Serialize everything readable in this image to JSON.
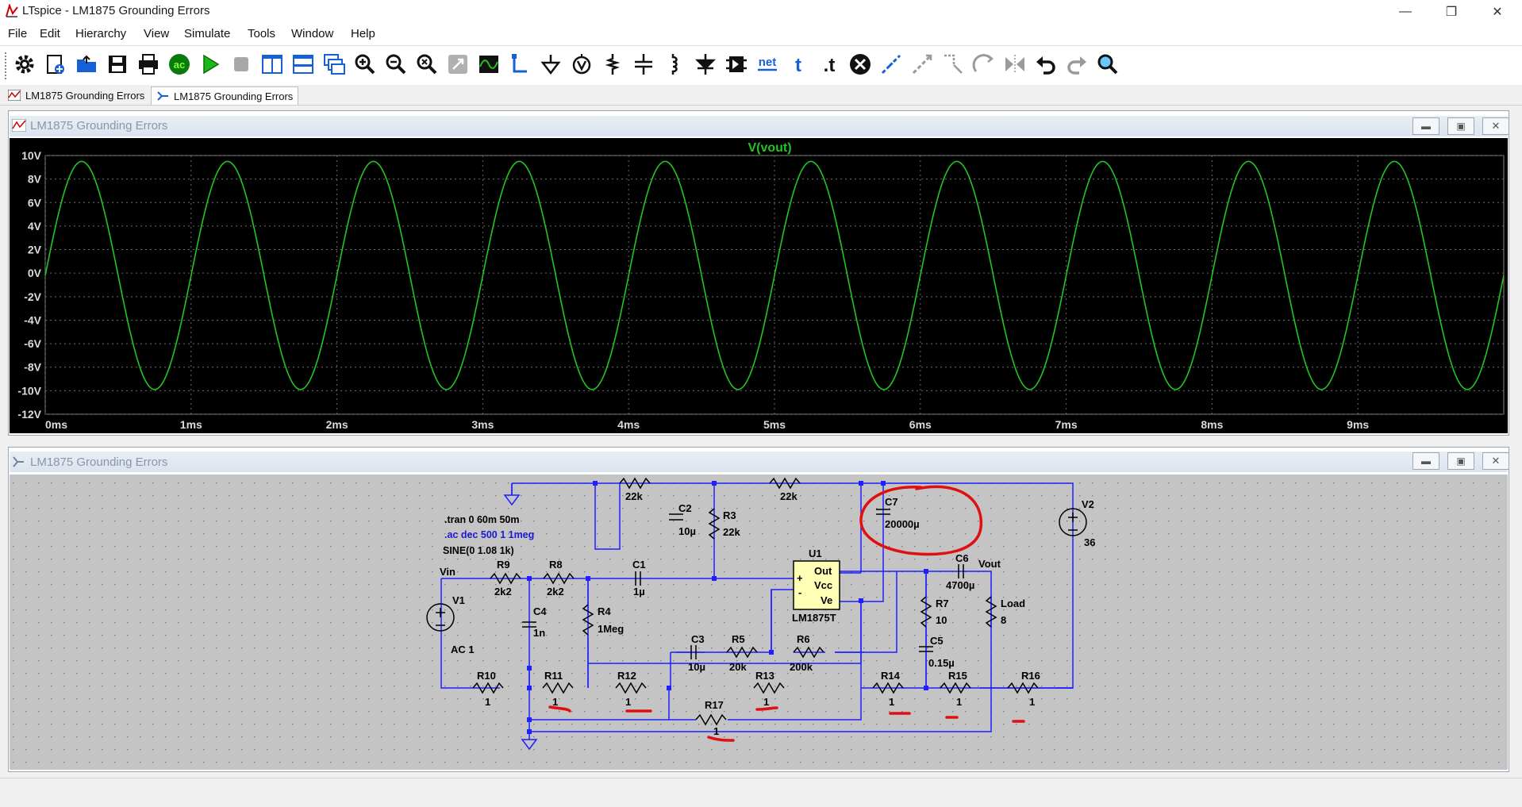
{
  "window": {
    "title": "LTspice - LM1875 Grounding Errors"
  },
  "menu": [
    "File",
    "Edit",
    "Hierarchy",
    "View",
    "Simulate",
    "Tools",
    "Window",
    "Help"
  ],
  "toolbar": {
    "icons": [
      "gear-icon",
      "new-schematic-icon",
      "open-icon",
      "save-icon",
      "print-icon",
      "ac-analysis-icon",
      "run-icon",
      "halt-icon",
      "tile-vertical-icon",
      "tile-horizontal-icon",
      "cascade-icon",
      "zoom-in-icon",
      "zoom-out-icon",
      "zoom-fit-icon",
      "zoom-cancel-icon",
      "autorange-icon",
      "wire-icon",
      "ground-icon",
      "voltage-probe-icon",
      "resistor-icon",
      "capacitor-icon",
      "inductor-icon",
      "diode-icon",
      "component-icon",
      "net-label-icon",
      "text-icon",
      "spice-directive-icon",
      "delete-icon",
      "duplicate-icon",
      "move-icon",
      "drag-icon",
      "rotate-icon",
      "mirror-icon",
      "undo-icon",
      "redo-icon",
      "find-icon"
    ],
    "net_label": "net",
    "text_label": "t",
    "directive_label": ".t",
    "ac_label": "ac"
  },
  "tabs": [
    {
      "label": "LM1875 Grounding Errors",
      "icon": "waveform-icon",
      "active": false
    },
    {
      "label": "LM1875 Grounding Errors",
      "icon": "schematic-icon",
      "active": true
    }
  ],
  "plot_window": {
    "title": "LM1875 Grounding Errors"
  },
  "schematic_window": {
    "title": "LM1875 Grounding Errors"
  },
  "colors": {
    "trace": "#22c522",
    "wire": "#1f1fff",
    "annotation": "#e01010",
    "schematic_bg": "#c4c4c4",
    "plot_bg": "#000000"
  },
  "chart_data": {
    "type": "line",
    "title": "V(vout)",
    "xlabel": "",
    "ylabel": "",
    "xlim": [
      0,
      10
    ],
    "ylim": [
      -12,
      10
    ],
    "x_unit": "ms",
    "y_unit": "V",
    "x_ticks": [
      "0ms",
      "1ms",
      "2ms",
      "3ms",
      "4ms",
      "5ms",
      "6ms",
      "7ms",
      "8ms",
      "9ms"
    ],
    "y_ticks": [
      "10V",
      "8V",
      "6V",
      "4V",
      "2V",
      "0V",
      "-2V",
      "-4V",
      "-6V",
      "-8V",
      "-10V",
      "-12V"
    ],
    "grid": true,
    "series": [
      {
        "name": "V(vout)",
        "waveform": "sine",
        "frequency_khz": 1.0,
        "amplitude_v": 9.7,
        "offset_v": -0.2,
        "phase_deg": 0
      }
    ]
  },
  "schematic": {
    "directives": [
      ".tran 0 60m 50m",
      ".ac dec 500 1 1meg",
      "SINE(0 1.08 1k)"
    ],
    "labels": {
      "vin": "Vin",
      "vout": "Vout",
      "r_top1": "22k",
      "r_top2": "22k",
      "c2": "C2",
      "c2v": "10µ",
      "r3": "R3",
      "r3v": "22k",
      "c7": "C7",
      "c7v": "20000µ",
      "v2": "V2",
      "v2v": "36",
      "r9": "R9",
      "r9v": "2k2",
      "r8": "R8",
      "r8v": "2k2",
      "c1": "C1",
      "c1v": "1µ",
      "u1": "U1",
      "u1_out": "Out",
      "u1_vcc": "Vcc",
      "u1_ve": "Ve",
      "u1_plus": "+",
      "u1_minus": "-",
      "u1v": "LM1875T",
      "c6": "C6",
      "c6v": "4700µ",
      "v1": "V1",
      "v1v": "AC 1",
      "c4": "C4",
      "c4v": "1n",
      "r4": "R4",
      "r4v": "1Meg",
      "r7": "R7",
      "r7v": "10",
      "load": "Load",
      "loadv": "8",
      "c3": "C3",
      "c3v": "10µ",
      "r5": "R5",
      "r5v": "20k",
      "r6": "R6",
      "r6v": "200k",
      "c5": "C5",
      "c5v": "0.15µ",
      "r10": "R10",
      "r10v": "1",
      "r11": "R11",
      "r11v": "1",
      "r12": "R12",
      "r12v": "1",
      "r13": "R13",
      "r13v": "1",
      "r14": "R14",
      "r14v": "1",
      "r15": "R15",
      "r15v": "1",
      "r16": "R16",
      "r16v": "1",
      "r17": "R17",
      "r17v": "1"
    }
  }
}
